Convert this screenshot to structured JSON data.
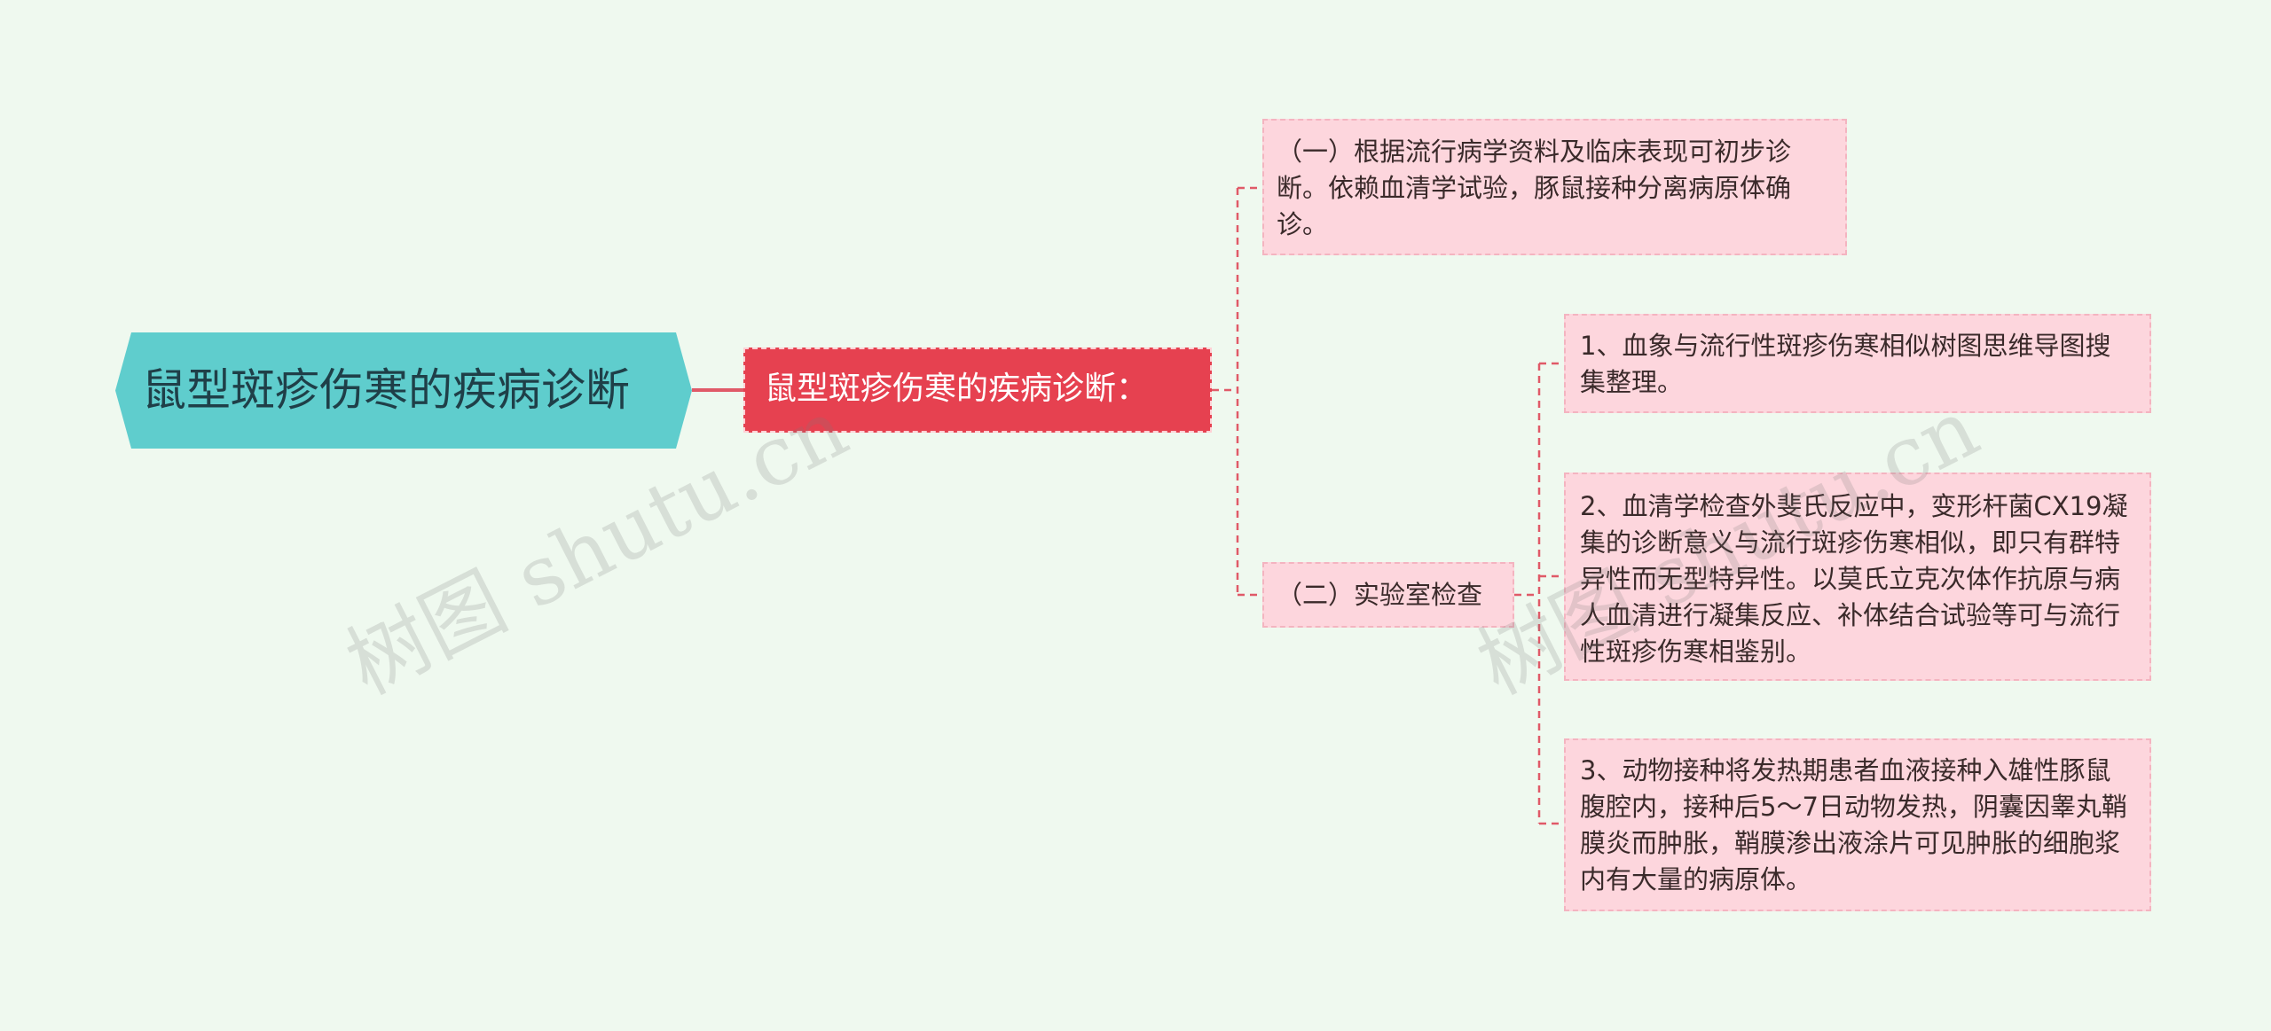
{
  "colors": {
    "background": "#eff9ef",
    "root_fill": "#5fcdcd",
    "main_fill": "#e64150",
    "leaf_fill": "#fdd6dd",
    "connector": "#e05a68"
  },
  "root": {
    "label": "鼠型斑疹伤寒的疾病诊断"
  },
  "main": {
    "label": "鼠型斑疹伤寒的疾病诊断："
  },
  "branches": [
    {
      "text": "（一）根据流行病学资料及临床表现可初步诊断。依赖血清学试验，豚鼠接种分离病原体确诊。"
    },
    {
      "text": "（二）实验室检查",
      "children": [
        {
          "text": "1、血象与流行性斑疹伤寒相似树图思维导图搜集整理。"
        },
        {
          "text": "2、血清学检查外斐氏反应中，变形杆菌CX19凝集的诊断意义与流行斑疹伤寒相似，即只有群特异性而无型特异性。以莫氏立克次体作抗原与病人血清进行凝集反应、补体结合试验等可与流行性斑疹伤寒相鉴别。"
        },
        {
          "text": "3、动物接种将发热期患者血液接种入雄性豚鼠腹腔内，接种后5～7日动物发热，阴囊因睾丸鞘膜炎而肿胀，鞘膜渗出液涂片可见肿胀的细胞浆内有大量的病原体。"
        }
      ]
    }
  ],
  "watermarks": [
    "树图 shutu.cn",
    "树图 shutu.cn"
  ]
}
